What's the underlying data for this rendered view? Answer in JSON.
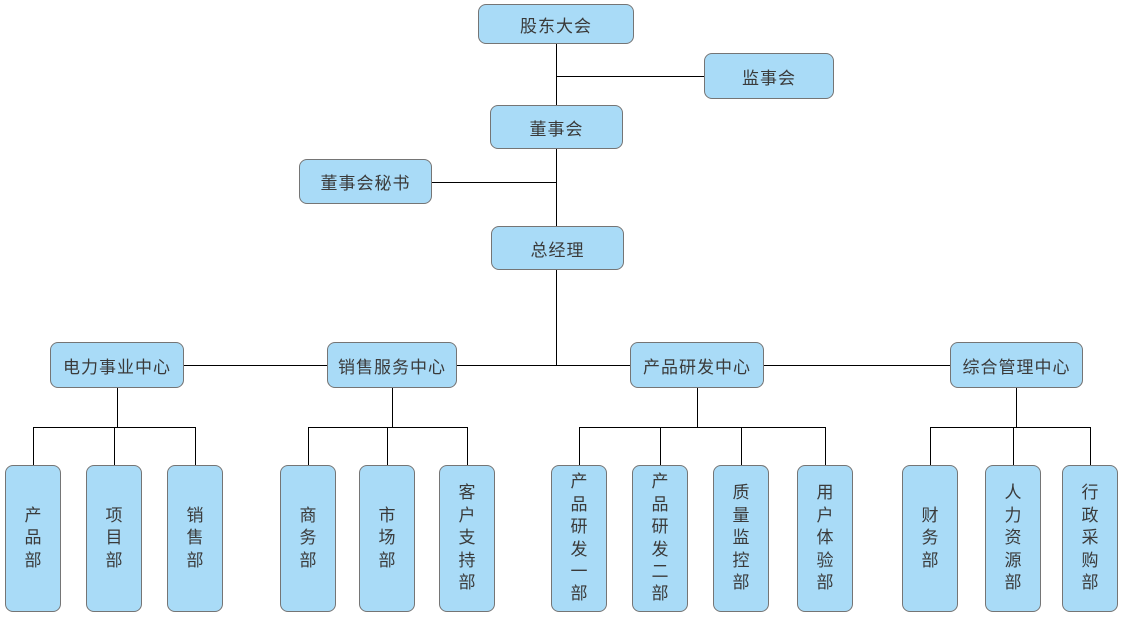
{
  "diagram": {
    "type": "org-chart",
    "background": "#ffffff",
    "colors": {
      "node_fill": "#A9DBF7",
      "node_border": "#757575",
      "connector": "#000000",
      "text": "#3a3a3a"
    },
    "nodes": {
      "shareholders_meeting": {
        "label": "股东大会"
      },
      "supervisory_board": {
        "label": "监事会"
      },
      "board_of_directors": {
        "label": "董事会"
      },
      "board_secretary": {
        "label": "董事会秘书"
      },
      "general_manager": {
        "label": "总经理"
      },
      "power_business_center": {
        "label": "电力事业中心"
      },
      "sales_service_center": {
        "label": "销售服务中心"
      },
      "product_rnd_center": {
        "label": "产品研发中心"
      },
      "general_admin_center": {
        "label": "综合管理中心"
      },
      "product_dept": {
        "label": "产品部"
      },
      "project_dept": {
        "label": "项目部"
      },
      "sales_dept": {
        "label": "销售部"
      },
      "commerce_dept": {
        "label": "商务部"
      },
      "marketing_dept": {
        "label": "市场部"
      },
      "customer_support_dept": {
        "label": "客户支持部"
      },
      "product_rnd_dept_1": {
        "label": "产品研发一部"
      },
      "product_rnd_dept_2": {
        "label": "产品研发二部"
      },
      "quality_control_dept": {
        "label": "质量监控部"
      },
      "user_experience_dept": {
        "label": "用户体验部"
      },
      "finance_dept": {
        "label": "财务部"
      },
      "hr_dept": {
        "label": "人力资源部"
      },
      "admin_procurement_dept": {
        "label": "行政采购部"
      }
    },
    "edges": [
      {
        "from": "股东大会",
        "to": "监事会"
      },
      {
        "from": "股东大会",
        "to": "董事会"
      },
      {
        "from": "董事会",
        "to": "董事会秘书"
      },
      {
        "from": "董事会",
        "to": "总经理"
      },
      {
        "from": "总经理",
        "to": "电力事业中心"
      },
      {
        "from": "总经理",
        "to": "销售服务中心"
      },
      {
        "from": "总经理",
        "to": "产品研发中心"
      },
      {
        "from": "总经理",
        "to": "综合管理中心"
      },
      {
        "from": "电力事业中心",
        "to": "产品部"
      },
      {
        "from": "电力事业中心",
        "to": "项目部"
      },
      {
        "from": "电力事业中心",
        "to": "销售部"
      },
      {
        "from": "销售服务中心",
        "to": "商务部"
      },
      {
        "from": "销售服务中心",
        "to": "市场部"
      },
      {
        "from": "销售服务中心",
        "to": "客户支持部"
      },
      {
        "from": "产品研发中心",
        "to": "产品研发一部"
      },
      {
        "from": "产品研发中心",
        "to": "产品研发二部"
      },
      {
        "from": "产品研发中心",
        "to": "质量监控部"
      },
      {
        "from": "产品研发中心",
        "to": "用户体验部"
      },
      {
        "from": "综合管理中心",
        "to": "财务部"
      },
      {
        "from": "综合管理中心",
        "to": "人力资源部"
      },
      {
        "from": "综合管理中心",
        "to": "行政采购部"
      }
    ]
  }
}
